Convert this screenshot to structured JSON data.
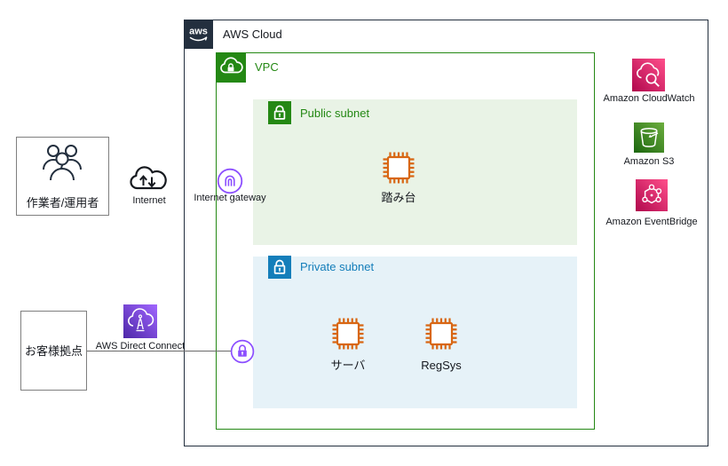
{
  "aws_cloud": {
    "title": "AWS Cloud"
  },
  "vpc": {
    "title": "VPC"
  },
  "public_subnet": {
    "title": "Public subnet",
    "instances": [
      {
        "label": "踏み台"
      }
    ]
  },
  "private_subnet": {
    "title": "Private subnet",
    "instances": [
      {
        "label": "サーバ"
      },
      {
        "label": "RegSys"
      }
    ]
  },
  "gateways": {
    "internet_gateway_label": "Internet gateway"
  },
  "external": {
    "operators_label": "作業者/運用者",
    "internet_label": "Internet",
    "customer_site_label": "お客様拠点",
    "direct_connect_label": "AWS Direct Connect"
  },
  "services": [
    {
      "name": "cloudwatch",
      "label": "Amazon CloudWatch"
    },
    {
      "name": "s3",
      "label": "Amazon S3"
    },
    {
      "name": "eventbridge",
      "label": "Amazon EventBridge"
    }
  ],
  "colors": {
    "aws_dark": "#232F3E",
    "vpc_green": "#248814",
    "public_subnet_fill": "#E9F3E6",
    "private_subnet_fill": "#E6F2F8",
    "private_blue": "#147EBA",
    "gateway_purple": "#8C4FFF",
    "instance_orange": "#D86613",
    "pink_gradient_start": "#B0084D",
    "pink_gradient_end": "#FF4F8B",
    "green_gradient_start": "#1B660F",
    "green_gradient_end": "#6CAE3E",
    "purple_gradient_start": "#4D27A8",
    "purple_gradient_end": "#A166FF"
  }
}
